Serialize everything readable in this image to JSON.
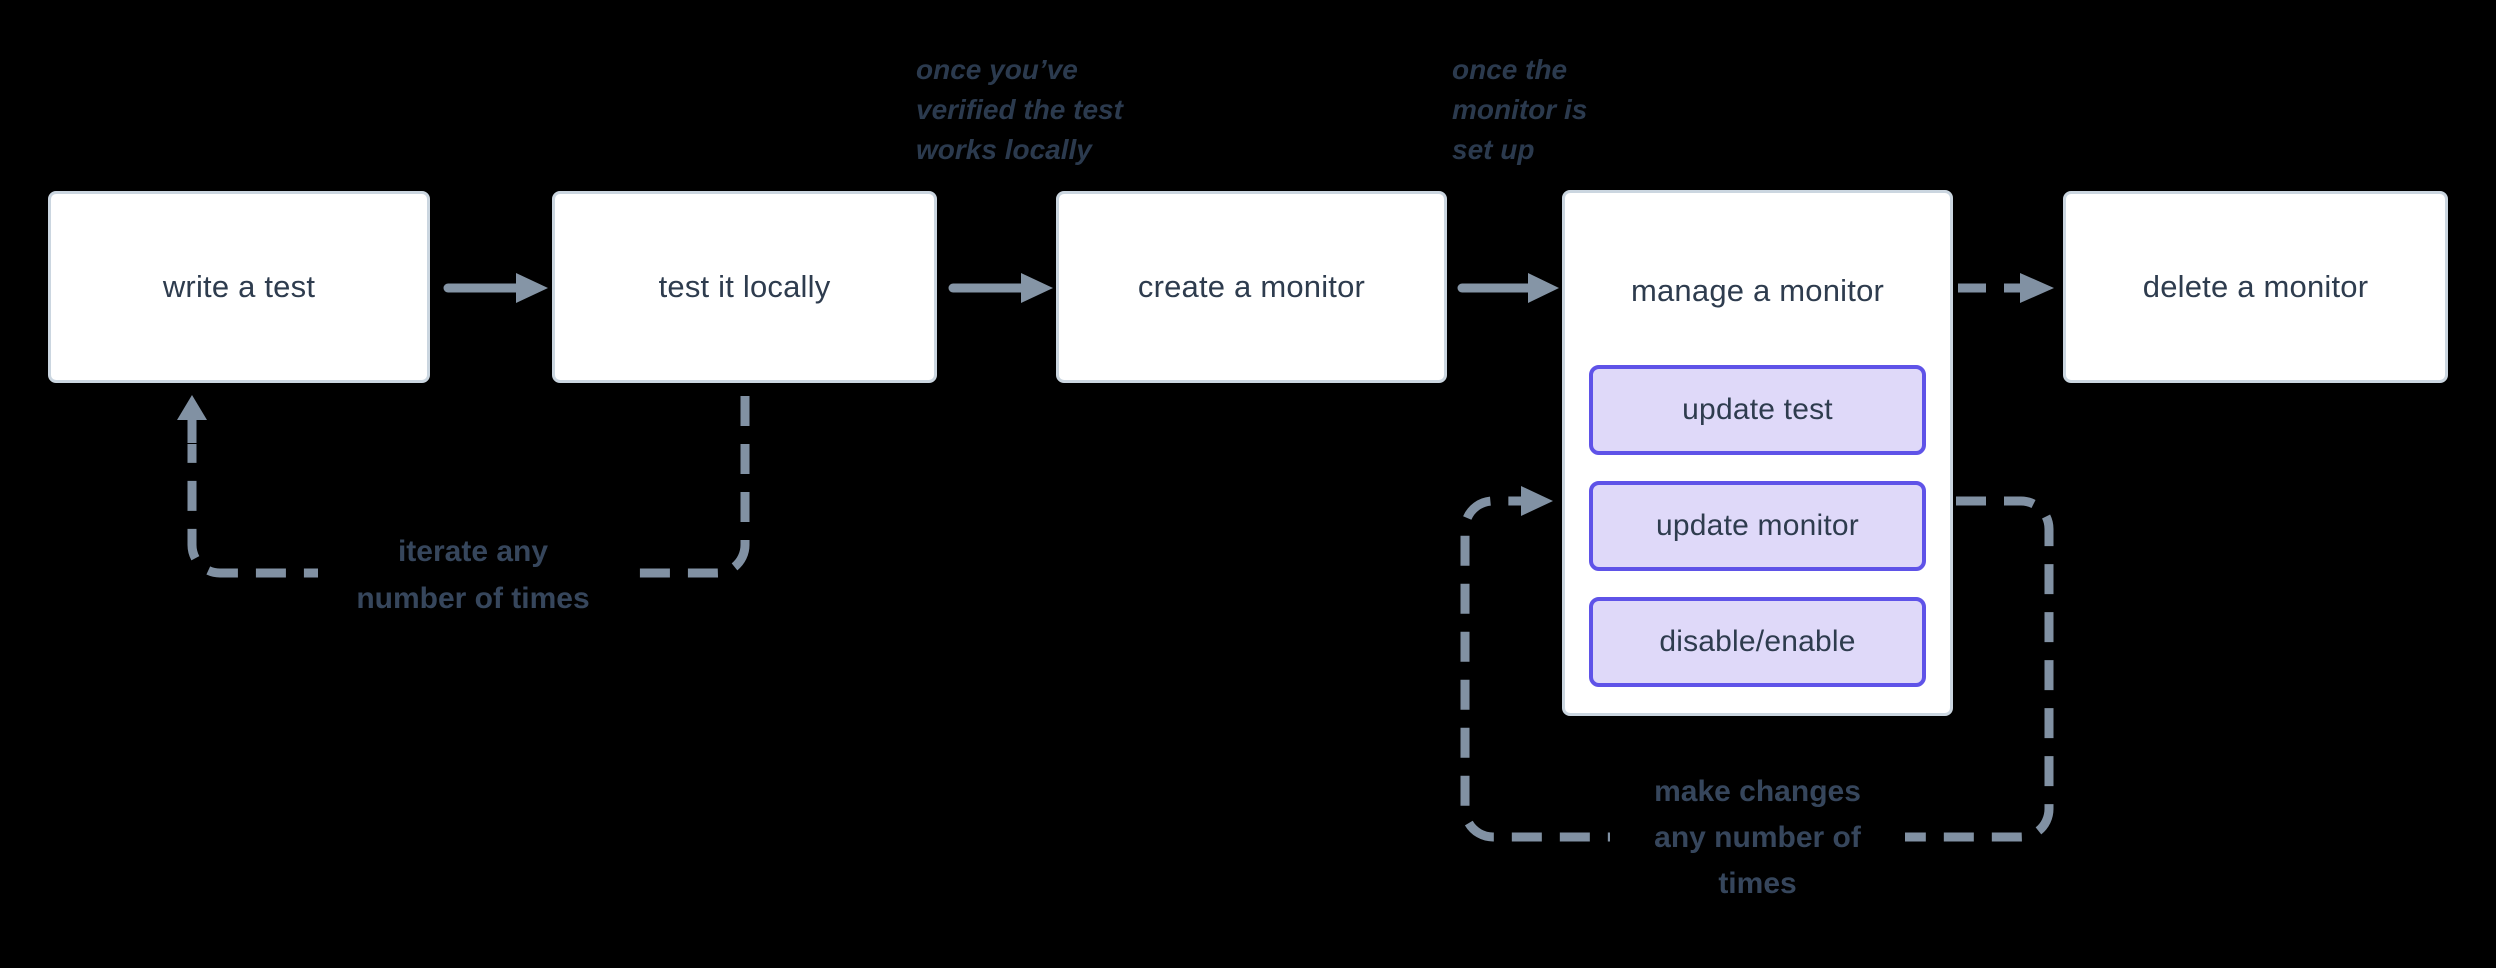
{
  "diagram": {
    "nodes": [
      {
        "id": "write-test",
        "label": "write a test"
      },
      {
        "id": "test-locally",
        "label": "test it locally"
      },
      {
        "id": "create-monitor",
        "label": "create a monitor"
      },
      {
        "id": "manage-monitor",
        "label": "manage a monitor",
        "actions": [
          {
            "label": "update test"
          },
          {
            "label": "update monitor"
          },
          {
            "label": "disable/enable"
          }
        ]
      },
      {
        "id": "delete-monitor",
        "label": "delete a monitor"
      }
    ],
    "annotations": [
      {
        "id": "once-verified",
        "lines": [
          "once you’ve",
          "verified the test",
          "works locally"
        ]
      },
      {
        "id": "once-setup",
        "lines": [
          "once the",
          "monitor is",
          "set up"
        ]
      }
    ],
    "loop_labels": [
      {
        "id": "iterate",
        "lines": [
          "iterate any",
          "number of times"
        ]
      },
      {
        "id": "make-changes",
        "lines": [
          "make changes",
          "any number of",
          "times"
        ]
      }
    ],
    "colors": {
      "background": "#000000",
      "node_fill": "#ffffff",
      "node_border": "#cbd6e0",
      "node_text": "#2e3c4e",
      "action_fill": "#dfd9f9",
      "action_border": "#5f53e8",
      "solid_arrow": "#8595a6",
      "dashed_line": "#8191a3",
      "annotation_text": "#2b3a4e",
      "loop_label_text": "#36465c"
    }
  }
}
